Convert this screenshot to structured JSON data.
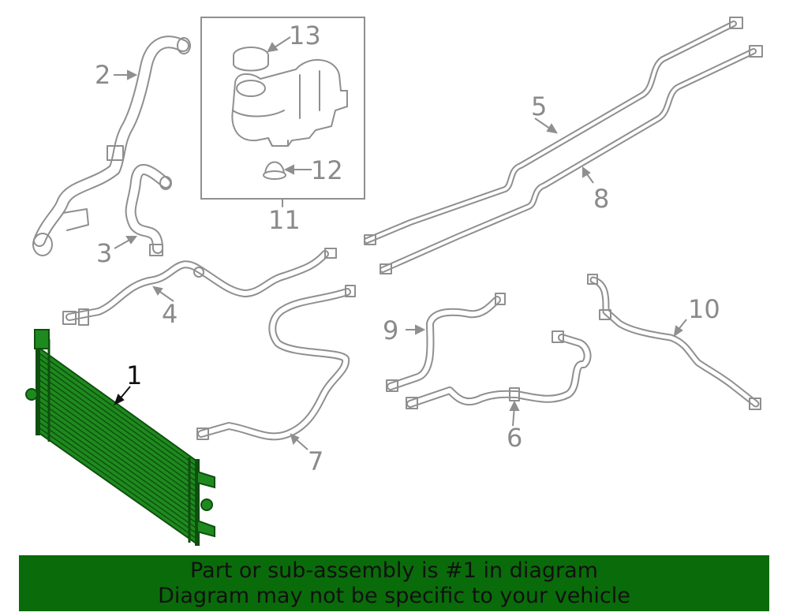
{
  "colors": {
    "highlight": "#1e8a1e",
    "highlight_dark": "#0f4f0f",
    "line_gray": "#8f8f8f",
    "banner_bg": "#0a6b0a"
  },
  "callouts": [
    {
      "id": "1",
      "label": "1",
      "highlighted": true
    },
    {
      "id": "2",
      "label": "2"
    },
    {
      "id": "3",
      "label": "3"
    },
    {
      "id": "4",
      "label": "4"
    },
    {
      "id": "5",
      "label": "5"
    },
    {
      "id": "6",
      "label": "6"
    },
    {
      "id": "7",
      "label": "7"
    },
    {
      "id": "8",
      "label": "8"
    },
    {
      "id": "9",
      "label": "9"
    },
    {
      "id": "10",
      "label": "10"
    },
    {
      "id": "11",
      "label": "11"
    },
    {
      "id": "12",
      "label": "12"
    },
    {
      "id": "13",
      "label": "13"
    }
  ],
  "banner": {
    "line1": "Part or sub-assembly is #1 in diagram",
    "line2": "Diagram may not be specific to your vehicle"
  }
}
